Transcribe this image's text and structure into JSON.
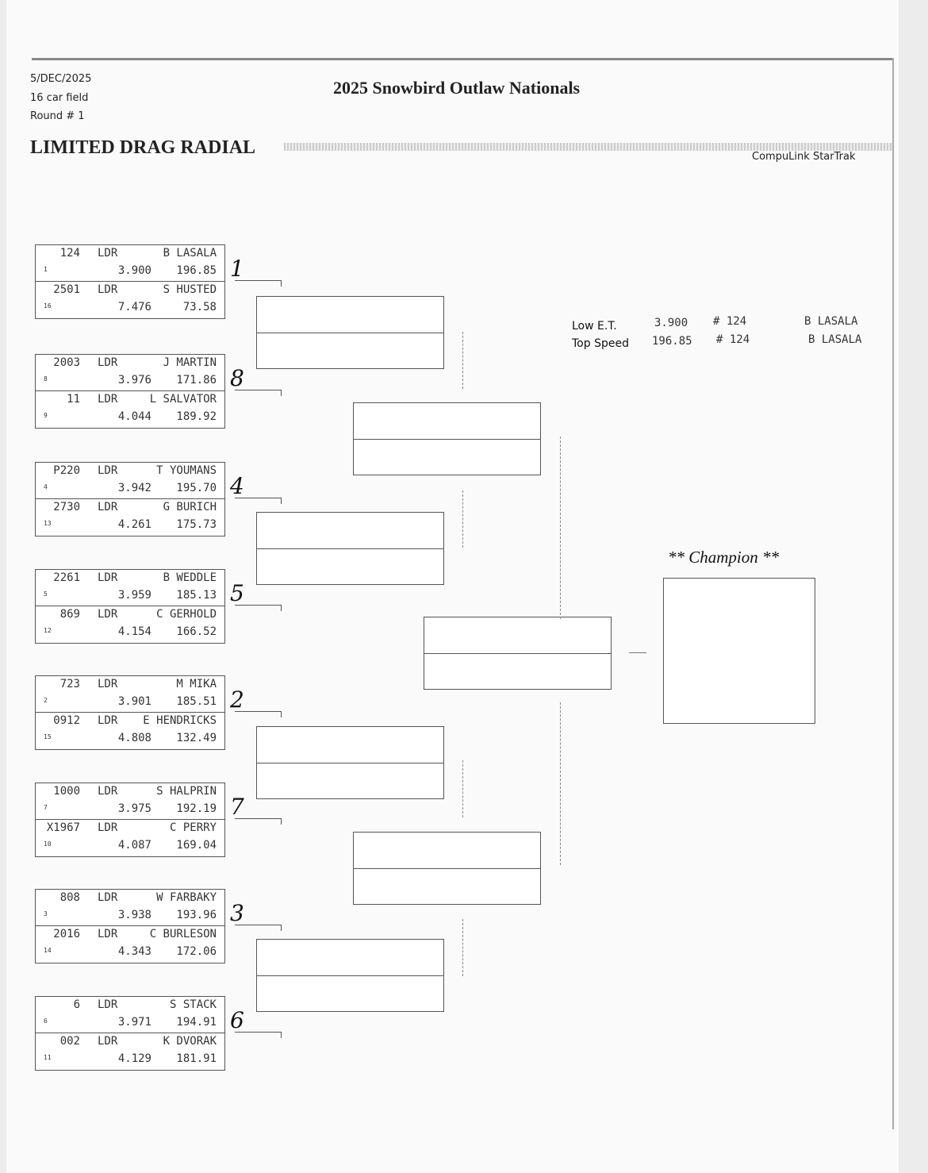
{
  "header": {
    "date": "5/DEC/2025",
    "field": "16 car field",
    "round": "Round # 1",
    "event_title": "2025 Snowbird Outlaw Nationals",
    "class_name": "LIMITED DRAG RADIAL",
    "software": "CompuLink StarTrak"
  },
  "records": {
    "low_et": {
      "label": "Low  E.T.",
      "value": "3.900",
      "car": "# 124",
      "driver": "B LASALA"
    },
    "top_speed": {
      "label": "Top Speed",
      "value": "196.85",
      "car": "# 124",
      "driver": "B LASALA"
    }
  },
  "champion_label": "** Champion **",
  "matchups": [
    {
      "hand": "1",
      "racers": [
        {
          "car": "124",
          "class": "LDR",
          "name": "B LASALA",
          "seed": "1",
          "et": "3.900",
          "speed": "196.85"
        },
        {
          "car": "2501",
          "class": "LDR",
          "name": "S HUSTED",
          "seed": "16",
          "et": "7.476",
          "speed": "73.58"
        }
      ]
    },
    {
      "hand": "8",
      "racers": [
        {
          "car": "2003",
          "class": "LDR",
          "name": "J MARTIN",
          "seed": "8",
          "et": "3.976",
          "speed": "171.86"
        },
        {
          "car": "11",
          "class": "LDR",
          "name": "L SALVATOR",
          "seed": "9",
          "et": "4.044",
          "speed": "189.92"
        }
      ]
    },
    {
      "hand": "4",
      "racers": [
        {
          "car": "P220",
          "class": "LDR",
          "name": "T YOUMANS",
          "seed": "4",
          "et": "3.942",
          "speed": "195.70"
        },
        {
          "car": "2730",
          "class": "LDR",
          "name": "G BURICH",
          "seed": "13",
          "et": "4.261",
          "speed": "175.73"
        }
      ]
    },
    {
      "hand": "5",
      "racers": [
        {
          "car": "2261",
          "class": "LDR",
          "name": "B WEDDLE",
          "seed": "5",
          "et": "3.959",
          "speed": "185.13"
        },
        {
          "car": "869",
          "class": "LDR",
          "name": "C GERHOLD",
          "seed": "12",
          "et": "4.154",
          "speed": "166.52"
        }
      ]
    },
    {
      "hand": "2",
      "racers": [
        {
          "car": "723",
          "class": "LDR",
          "name": "M MIKA",
          "seed": "2",
          "et": "3.901",
          "speed": "185.51"
        },
        {
          "car": "0912",
          "class": "LDR",
          "name": "E HENDRICKS",
          "seed": "15",
          "et": "4.808",
          "speed": "132.49"
        }
      ]
    },
    {
      "hand": "7",
      "racers": [
        {
          "car": "1000",
          "class": "LDR",
          "name": "S HALPRIN",
          "seed": "7",
          "et": "3.975",
          "speed": "192.19"
        },
        {
          "car": "X1967",
          "class": "LDR",
          "name": "C PERRY",
          "seed": "10",
          "et": "4.087",
          "speed": "169.04"
        }
      ]
    },
    {
      "hand": "3",
      "racers": [
        {
          "car": "808",
          "class": "LDR",
          "name": "W FARBAKY",
          "seed": "3",
          "et": "3.938",
          "speed": "193.96"
        },
        {
          "car": "2016",
          "class": "LDR",
          "name": "C BURLESON",
          "seed": "14",
          "et": "4.343",
          "speed": "172.06"
        }
      ]
    },
    {
      "hand": "6",
      "racers": [
        {
          "car": "6",
          "class": "LDR",
          "name": "S STACK",
          "seed": "6",
          "et": "3.971",
          "speed": "194.91"
        },
        {
          "car": "002",
          "class": "LDR",
          "name": "K DVORAK",
          "seed": "11",
          "et": "4.129",
          "speed": "181.91"
        }
      ]
    }
  ]
}
